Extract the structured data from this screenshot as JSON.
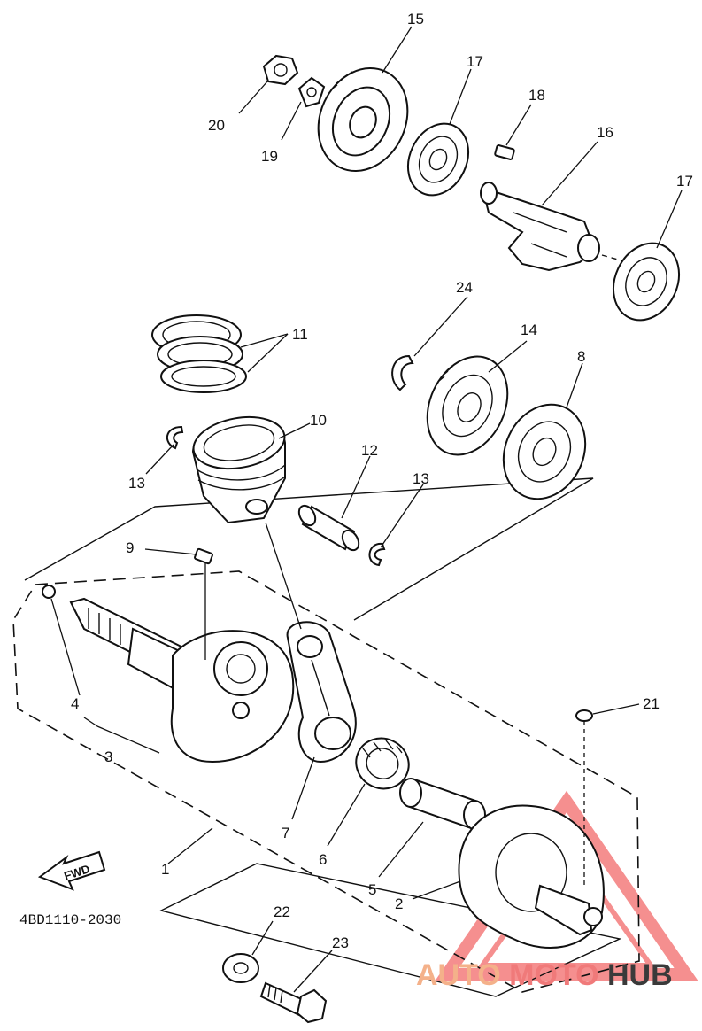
{
  "diagram": {
    "drawing_code": "4BD1110-2030",
    "fwd_label": "FWD",
    "watermark": {
      "parts": [
        "AUTO",
        "MOTO",
        "HUB"
      ],
      "colors": [
        "#f4b18a",
        "#f07a7a",
        "#3a3a3a"
      ],
      "triangle_color": "#f26a6a"
    },
    "callouts": [
      {
        "id": "c1",
        "label": "1"
      },
      {
        "id": "c2",
        "label": "2"
      },
      {
        "id": "c3",
        "label": "3"
      },
      {
        "id": "c4",
        "label": "4"
      },
      {
        "id": "c5",
        "label": "5"
      },
      {
        "id": "c6",
        "label": "6"
      },
      {
        "id": "c7",
        "label": "7"
      },
      {
        "id": "c8",
        "label": "8"
      },
      {
        "id": "c9",
        "label": "9"
      },
      {
        "id": "c10",
        "label": "10"
      },
      {
        "id": "c11",
        "label": "11"
      },
      {
        "id": "c12",
        "label": "12"
      },
      {
        "id": "c13a",
        "label": "13"
      },
      {
        "id": "c13b",
        "label": "13"
      },
      {
        "id": "c14",
        "label": "14"
      },
      {
        "id": "c15",
        "label": "15"
      },
      {
        "id": "c16",
        "label": "16"
      },
      {
        "id": "c17a",
        "label": "17"
      },
      {
        "id": "c17b",
        "label": "17"
      },
      {
        "id": "c18",
        "label": "18"
      },
      {
        "id": "c19",
        "label": "19"
      },
      {
        "id": "c20",
        "label": "20"
      },
      {
        "id": "c21",
        "label": "21"
      },
      {
        "id": "c22",
        "label": "22"
      },
      {
        "id": "c23",
        "label": "23"
      },
      {
        "id": "c24",
        "label": "24"
      }
    ]
  }
}
